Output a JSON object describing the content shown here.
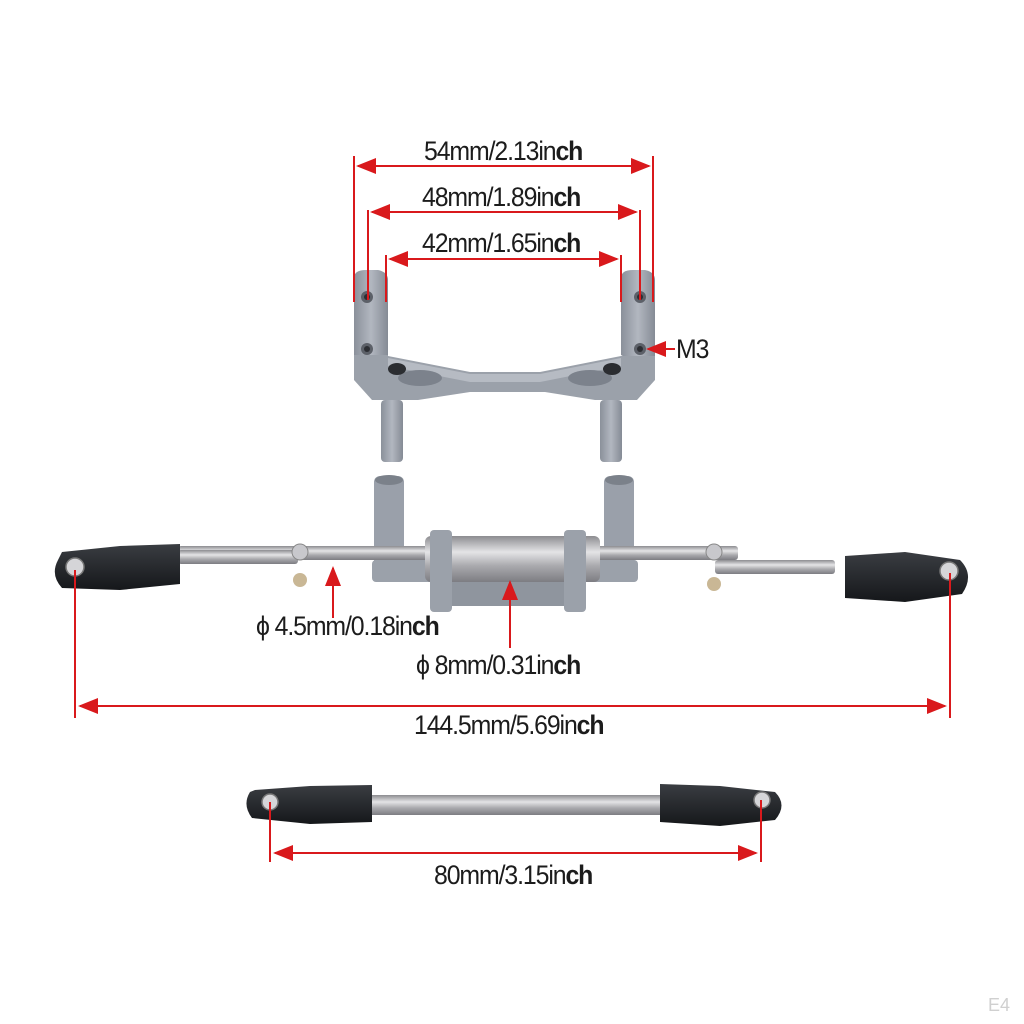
{
  "image": {
    "kind": "product dimension diagram",
    "subject": "RC steering servo saver / drag link assembly with mount bracket"
  },
  "colors": {
    "background": "#ffffff",
    "dimension_line": "#d9191c",
    "text": "#1c1c1c",
    "bracket_metal": "#9aa0aa",
    "rod_steel": "#bfbfc2",
    "rod_end_plastic": "#222428",
    "watermark": "#d0d0d0"
  },
  "dimensions": {
    "top_bracket": {
      "outer_width": {
        "prefix": "54mm/2.13in",
        "suffix": "ch",
        "full": "54mm/2.13inch"
      },
      "hole_spacing": {
        "prefix": "48mm/1.89in",
        "suffix": "ch",
        "full": "48mm/1.89inch"
      },
      "inner_width": {
        "prefix": "42mm/1.65in",
        "suffix": "ch",
        "full": "42mm/1.65inch"
      },
      "screw_label": "M3"
    },
    "steering_link": {
      "rod_diameter": {
        "symbol": "ϕ",
        "prefix": "4.5mm/0.18in",
        "suffix": "ch",
        "full": "ϕ 4.5mm/0.18inch"
      },
      "tube_diameter": {
        "symbol": "ϕ",
        "prefix": "8mm/0.31in",
        "suffix": "ch",
        "full": "ϕ 8mm/0.31inch"
      },
      "overall_length": {
        "prefix": "144.5mm/5.69in",
        "suffix": "ch",
        "full": "144.5mm/5.69inch"
      }
    },
    "drag_link": {
      "length": {
        "prefix": "80mm/3.15in",
        "suffix": "ch",
        "full": "80mm/3.15inch"
      }
    }
  },
  "watermark": "E4"
}
